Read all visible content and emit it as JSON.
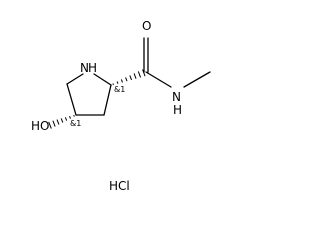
{
  "molecule": {
    "atoms": {
      "ring_nitrogen": "N",
      "ring_nitrogen_h": "H",
      "carbonyl_oxygen": "O",
      "amide_nitrogen": "N",
      "amide_nitrogen_h": "H",
      "hydroxyl": "HO"
    },
    "stereo_labels": {
      "c2": "&1",
      "c4": "&1"
    },
    "salt": "HCl"
  }
}
